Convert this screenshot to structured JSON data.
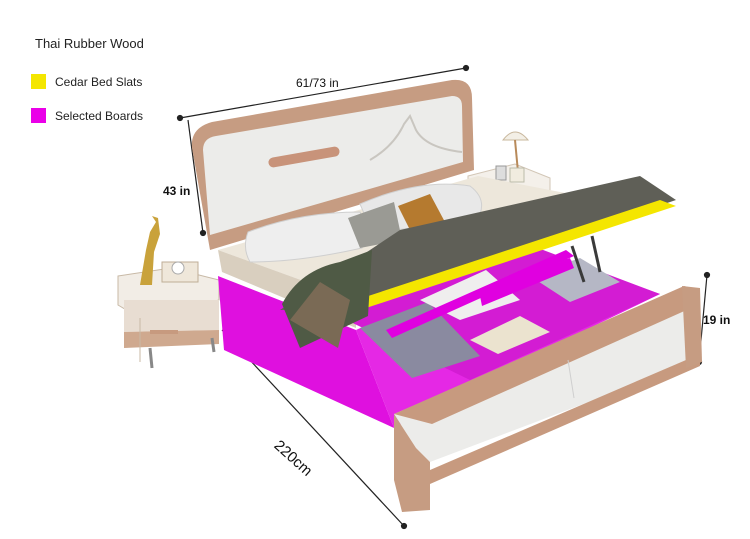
{
  "legend": {
    "title": "Thai Rubber Wood",
    "items": [
      {
        "label": "Cedar Bed Slats",
        "color": "#f4e600"
      },
      {
        "label": "Selected Boards",
        "color": "#ea00e8"
      }
    ]
  },
  "dimensions": {
    "length": "61/73 in",
    "headboard_height": "43 in",
    "footboard_height": "19 in",
    "width": "220cm"
  },
  "colors": {
    "frame": "#c79a7f",
    "upholstery": "#ececeb",
    "selected_boards": "#e000e0",
    "slats": "#f4e600"
  }
}
